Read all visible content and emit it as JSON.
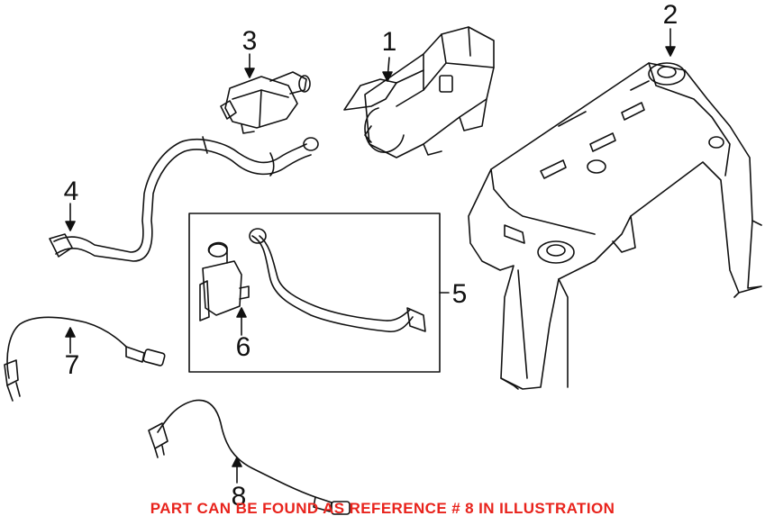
{
  "callouts": {
    "c1": "1",
    "c2": "2",
    "c3": "3",
    "c4": "4",
    "c5": "5",
    "c6": "6",
    "c7": "7",
    "c8": "8"
  },
  "notice": {
    "text": "PART CAN BE FOUND AS REFERENCE # 8 IN ILLUSTRATION",
    "color": "#e8231c"
  },
  "colors": {
    "line": "#111111"
  }
}
